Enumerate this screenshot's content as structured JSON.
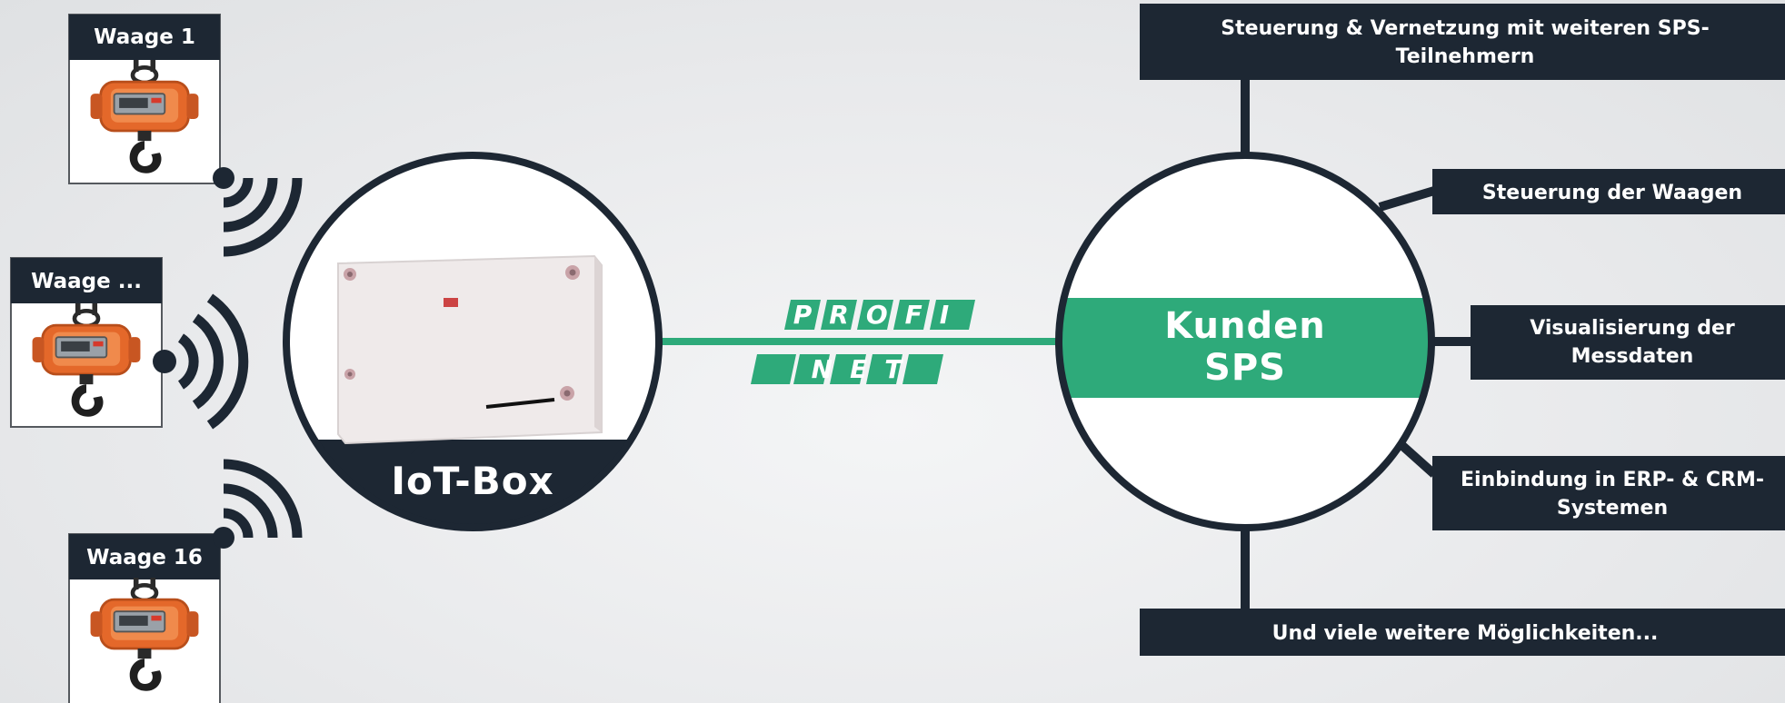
{
  "colors": {
    "navy": "#1d2733",
    "green": "#2eaa7a",
    "scale_orange": "#e4682a",
    "box_white": "#f1eeee"
  },
  "scales": [
    {
      "label": "Waage 1"
    },
    {
      "label": "Waage ..."
    },
    {
      "label": "Waage 16"
    }
  ],
  "iot_box": {
    "label": "IoT-Box"
  },
  "profinet": {
    "top": "PROFI",
    "bottom": "NET"
  },
  "plc": {
    "line1": "Kunden",
    "line2": "SPS"
  },
  "features": [
    {
      "line1": "Steuerung & Vernetzung mit weiteren SPS-",
      "line2": "Teilnehmern"
    },
    {
      "line1": "Steuerung der Waagen",
      "line2": ""
    },
    {
      "line1": "Visualisierung der",
      "line2": "Messdaten"
    },
    {
      "line1": "Einbindung in ERP- & CRM-",
      "line2": "Systemen"
    },
    {
      "line1": "Und viele weitere Möglichkeiten...",
      "line2": ""
    }
  ]
}
